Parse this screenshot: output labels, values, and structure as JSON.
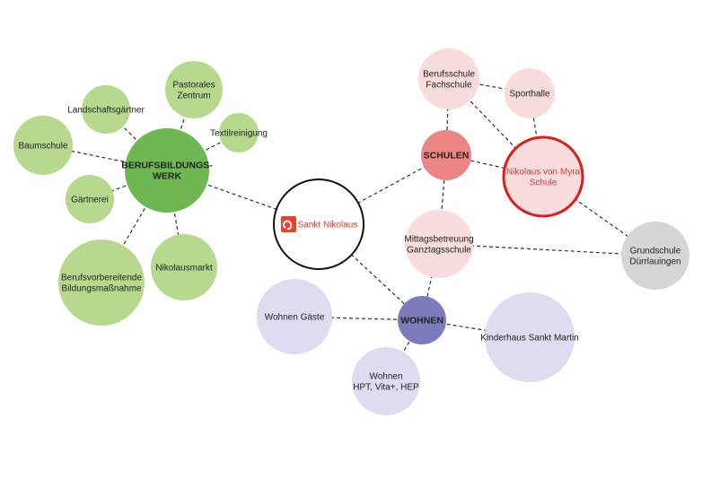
{
  "nodes": [
    {
      "id": "bbw",
      "label": [
        "BERUFSBILDUNGS-",
        "WERK"
      ],
      "bold": true,
      "fill": "#6fb752"
    },
    {
      "id": "pastoral",
      "label": [
        "Pastorales",
        "Zentrum"
      ],
      "fill": "#b6d98e"
    },
    {
      "id": "landschaft",
      "label": [
        "Landschaftsgärtner"
      ],
      "fill": "#b6d98e"
    },
    {
      "id": "textil",
      "label": [
        "Textilreinigung"
      ],
      "fill": "#b6d98e"
    },
    {
      "id": "baumschule",
      "label": [
        "Baumschule"
      ],
      "fill": "#b6d98e"
    },
    {
      "id": "gaertnerei",
      "label": [
        "Gärtnerei"
      ],
      "fill": "#b6d98e"
    },
    {
      "id": "bvb",
      "label": [
        "Berufsvorbereitende",
        "Bildungsmaßnahme"
      ],
      "fill": "#b6d98e"
    },
    {
      "id": "markt",
      "label": [
        "Nikolausmarkt"
      ],
      "fill": "#b6d98e"
    },
    {
      "id": "sn",
      "label": [
        "Sankt Nikolaus"
      ],
      "fill": "#ffffff",
      "stroke": "#111111",
      "textColor": "#e03a2f"
    },
    {
      "id": "berufsschule",
      "label": [
        "Berufsschule",
        "Fachschule"
      ],
      "fill": "#f9dcdc"
    },
    {
      "id": "sporthalle",
      "label": [
        "Sporthalle"
      ],
      "fill": "#f9dcdc"
    },
    {
      "id": "schulen",
      "label": [
        "SCHULEN"
      ],
      "bold": true,
      "fill": "#ee8585"
    },
    {
      "id": "nvm",
      "label": [
        "Nikolaus von Myra",
        "Schule"
      ],
      "fill": "#f9dcdc",
      "stroke": "#e01b1b",
      "textColor": "#e03a3a"
    },
    {
      "id": "mittag",
      "label": [
        "Mittagsbetreuung",
        "Ganztagsschule"
      ],
      "fill": "#f9dcdc"
    },
    {
      "id": "grund",
      "label": [
        "Grundschule",
        "Dürrlauingen"
      ],
      "fill": "#d6d6d8"
    },
    {
      "id": "wohnen",
      "label": [
        "WOHNEN"
      ],
      "bold": true,
      "fill": "#7c7cbc"
    },
    {
      "id": "gaeste",
      "label": [
        "Wohnen Gäste"
      ],
      "fill": "#dddcf0"
    },
    {
      "id": "hpt",
      "label": [
        "Wohnen",
        "HPT, Vita+, HEP"
      ],
      "fill": "#dddcf0"
    },
    {
      "id": "kinderhaus",
      "label": [
        "Kinderhaus Sankt Martin"
      ],
      "fill": "#dddcf0"
    }
  ],
  "edges": [
    [
      "bbw",
      "pastoral"
    ],
    [
      "bbw",
      "landschaft"
    ],
    [
      "bbw",
      "textil"
    ],
    [
      "bbw",
      "baumschule"
    ],
    [
      "bbw",
      "gaertnerei"
    ],
    [
      "bbw",
      "bvb"
    ],
    [
      "bbw",
      "markt"
    ],
    [
      "bbw",
      "sn"
    ],
    [
      "sn",
      "schulen"
    ],
    [
      "sn",
      "wohnen"
    ],
    [
      "schulen",
      "berufsschule"
    ],
    [
      "schulen",
      "nvm"
    ],
    [
      "schulen",
      "mittag"
    ],
    [
      "berufsschule",
      "sporthalle"
    ],
    [
      "berufsschule",
      "nvm"
    ],
    [
      "sporthalle",
      "nvm"
    ],
    [
      "nvm",
      "grund"
    ],
    [
      "mittag",
      "grund"
    ],
    [
      "mittag",
      "wohnen"
    ],
    [
      "wohnen",
      "gaeste"
    ],
    [
      "wohnen",
      "hpt"
    ],
    [
      "wohnen",
      "kinderhaus"
    ]
  ],
  "logo_icon": "sankt-nikolaus-logo-icon"
}
